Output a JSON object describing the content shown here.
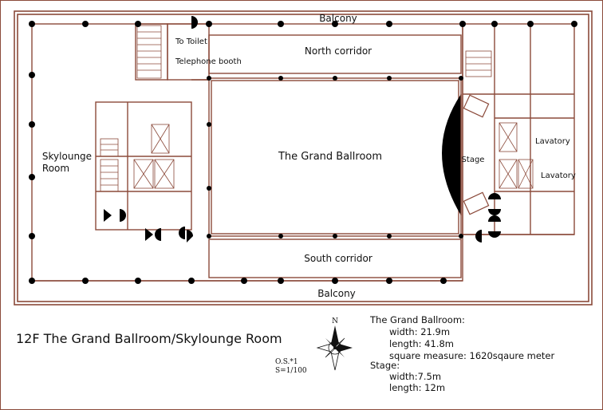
{
  "plan": {
    "labels": {
      "balcony_top": "Balcony",
      "balcony_bottom": "Balcony",
      "to_toilet": "To Toilet",
      "telephone_booth": "Telephone booth",
      "north_corridor": "North corridor",
      "south_corridor": "South corridor",
      "grand_ballroom": "The Grand Ballroom",
      "skylounge_line1": "Skylounge",
      "skylounge_line2": "Room",
      "stage": "Stage",
      "lavatory_1": "Lavatory",
      "lavatory_2": "Lavatory"
    },
    "title": "12F The Grand Ballroom/Skylounge Room",
    "compass_letter": "N",
    "scale_note_1": "O.S.*1",
    "scale_note_2": "S=1/100",
    "specs": {
      "ballroom_heading": "The Grand Ballroom:",
      "width": "width: 21.9m",
      "length": "length: 41.8m",
      "area": "square measure: 1620sqaure meter",
      "stage_heading": "Stage:",
      "stage_width": "width:7.5m",
      "stage_length": "length: 12m"
    },
    "colors": {
      "wall": "#8b4a3a",
      "column": "#000000",
      "ink": "#111111"
    }
  }
}
